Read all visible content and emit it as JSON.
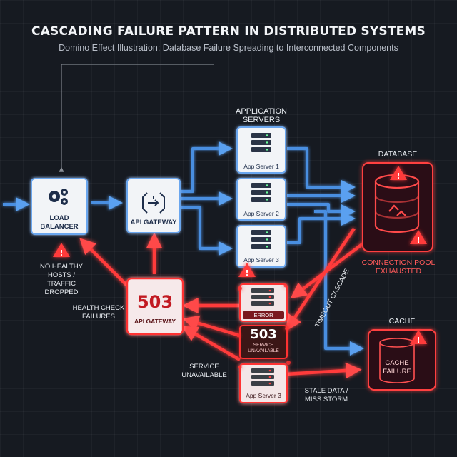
{
  "header": {
    "title": "CASCADING FAILURE PATTERN IN DISTRIBUTED SYSTEMS",
    "subtitle": "Domino Effect Illustration: Database Failure Spreading to Interconnected Components"
  },
  "nodes": {
    "load_balancer": {
      "line1": "LOAD",
      "line2": "BALANCER"
    },
    "api_gateway": {
      "label": "API GATEWAY"
    },
    "app_servers_group": {
      "line1": "APPLICATION",
      "line2": "SERVERS"
    },
    "app_server_1": {
      "label": "App Server 1"
    },
    "app_server_2": {
      "label": "App Server 2"
    },
    "app_server_3": {
      "label": "App Server 3"
    },
    "database": {
      "title": "DATABASE",
      "status_line1": "CONNECTION POOL",
      "status_line2": "EXHAUSTED"
    },
    "cache": {
      "title": "CACHE",
      "line1": "CACHE",
      "line2": "FAILURE"
    },
    "failed_gateway": {
      "code": "503",
      "label": "API GATEWAY"
    },
    "failed_server_error": {
      "badge": "ERROR"
    },
    "failed_server_503": {
      "code": "503",
      "line1": "SERVICE",
      "line2": "UNAVAILABLE"
    },
    "failed_server_3": {
      "label": "App Server 3"
    }
  },
  "annotations": {
    "no_healthy_hosts": [
      "NO HEALTHY",
      "HOSTS /",
      "TRAFFIC",
      "DROPPED"
    ],
    "health_check": [
      "HEALTH CHECK",
      "FAILURES"
    ],
    "service_unavailable": [
      "SERVICE",
      "UNAVAILABLE"
    ],
    "stale_data": [
      "STALE DATA /",
      "MISS STORM"
    ],
    "timeout_cascade": "TIMEOUT CASCADE"
  },
  "colors": {
    "healthy": "#4a8ee0",
    "failure": "#ff4040",
    "background": "#161a21"
  },
  "icons": {
    "load_balancer": "gears-icon",
    "api_gateway": "gateway-arrows-icon",
    "app_server": "server-rack-icon",
    "database": "broken-link-cylinder-icon",
    "warning": "warning-triangle-icon"
  }
}
